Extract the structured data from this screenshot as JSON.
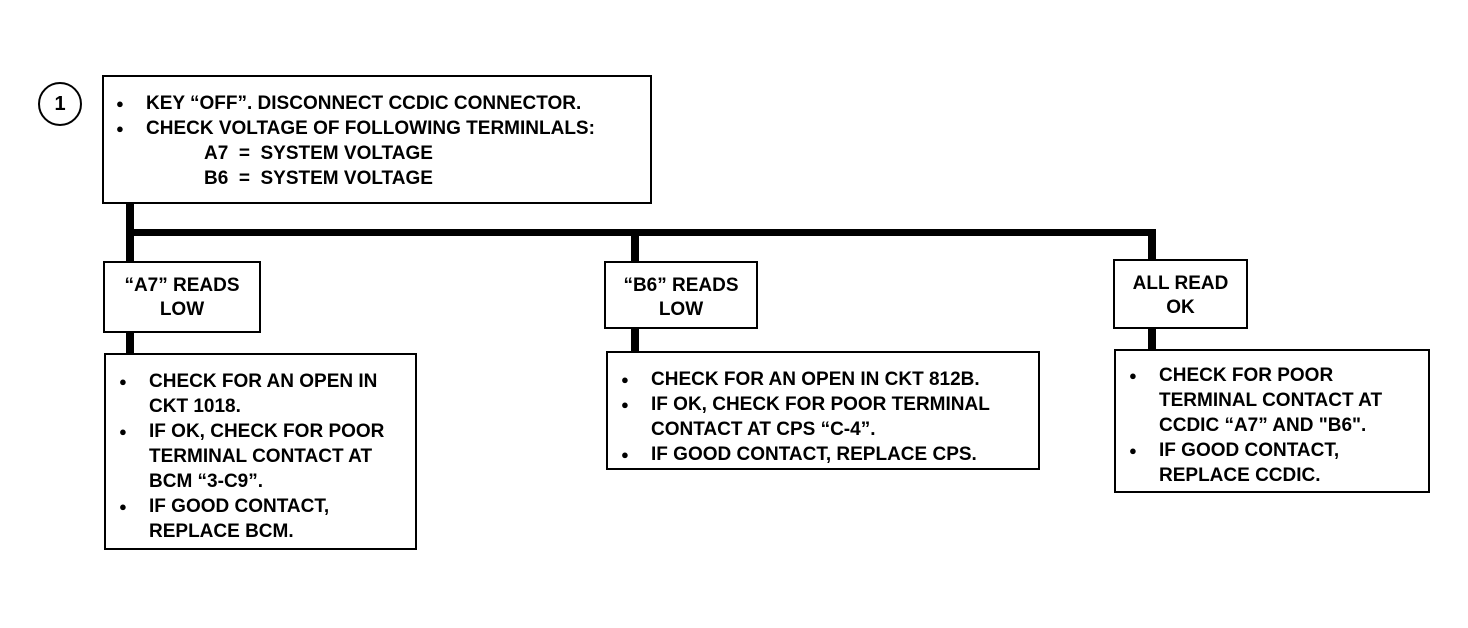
{
  "step_number": "1",
  "start": {
    "items": [
      "KEY “OFF”.  DISCONNECT CCDIC CONNECTOR.",
      "CHECK VOLTAGE OF FOLLOWING TERMINLALS:"
    ],
    "terminals": [
      "A7  =  SYSTEM VOLTAGE",
      "B6  =  SYSTEM VOLTAGE"
    ]
  },
  "branches": [
    {
      "result": [
        "“A7” READS",
        "LOW"
      ],
      "actions": [
        "CHECK FOR AN OPEN IN CKT 1018.",
        "IF OK, CHECK FOR POOR TERMINAL CONTACT AT BCM “3-C9”.",
        "IF GOOD CONTACT, REPLACE BCM."
      ]
    },
    {
      "result": [
        "“B6” READS",
        "LOW"
      ],
      "actions": [
        "CHECK FOR AN OPEN IN CKT 812B.",
        "IF OK, CHECK FOR POOR TERMINAL CONTACT AT CPS “C-4”.",
        "IF GOOD CONTACT, REPLACE CPS."
      ]
    },
    {
      "result": [
        "ALL READ",
        "OK"
      ],
      "actions": [
        "CHECK FOR POOR TERMINAL CONTACT AT CCDIC “A7” AND \"B6\".",
        "IF GOOD CONTACT, REPLACE CCDIC."
      ]
    }
  ]
}
